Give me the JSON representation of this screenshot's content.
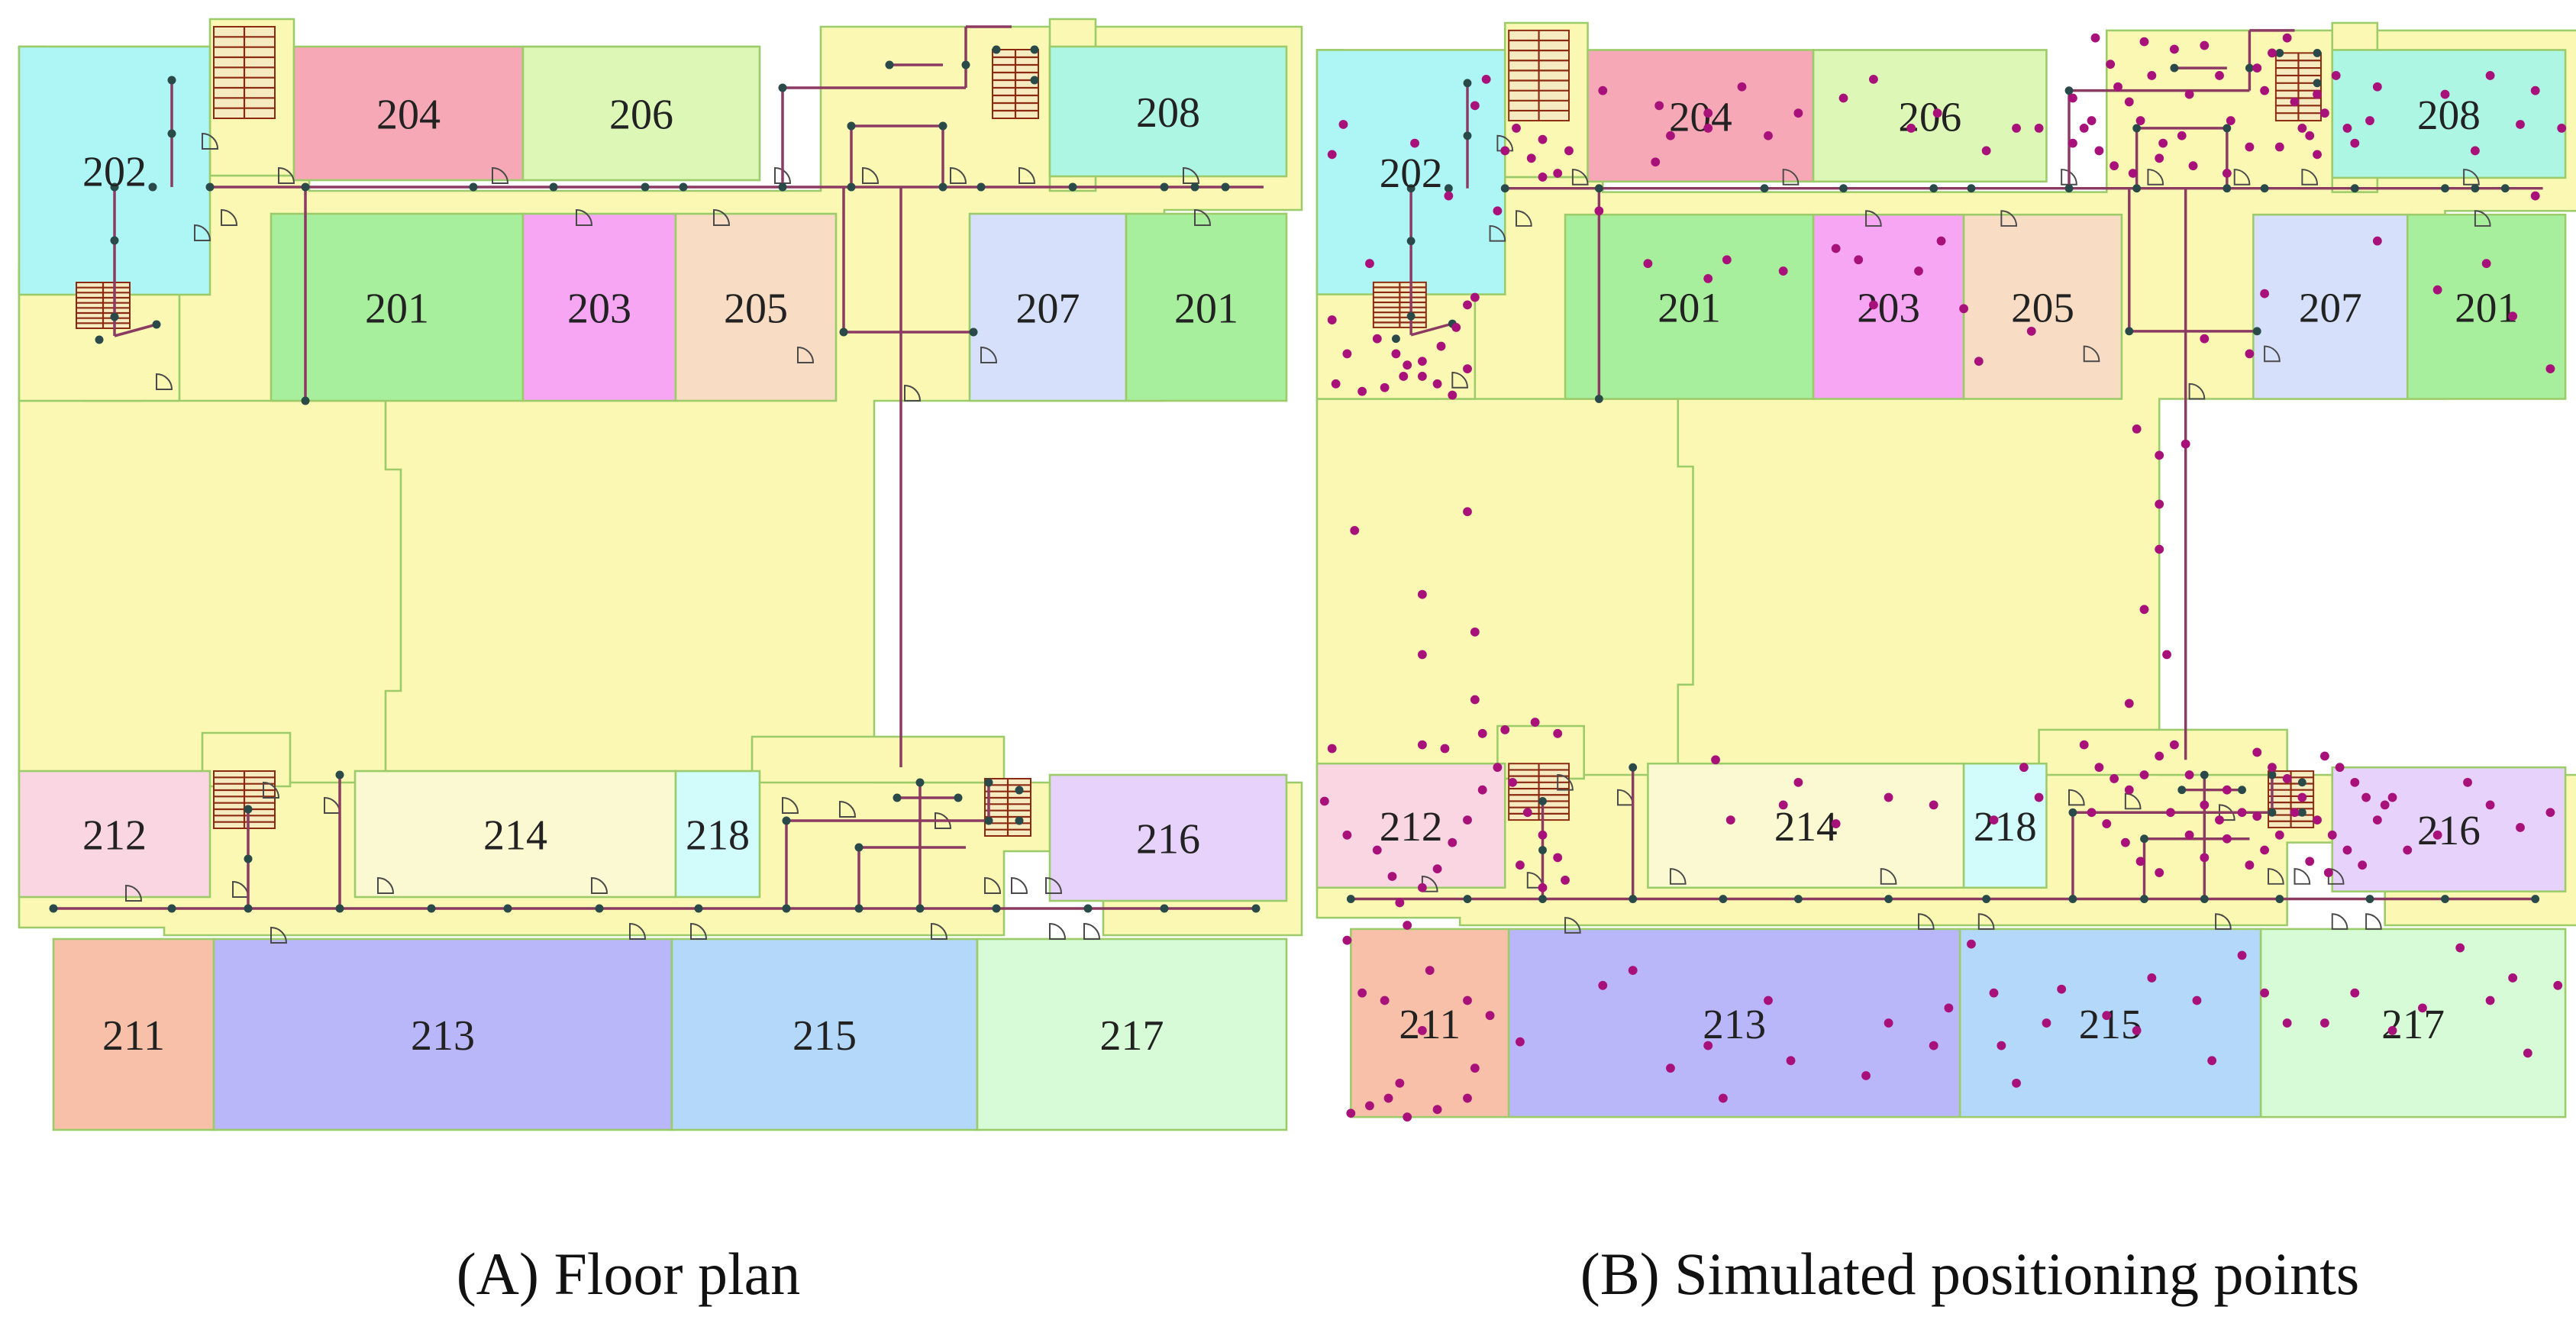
{
  "figure": {
    "panels": [
      {
        "id": "A",
        "caption": "(A) Floor plan",
        "show_points": false
      },
      {
        "id": "B",
        "caption": "(B) Simulated positioning points",
        "show_points": true
      }
    ]
  },
  "colors": {
    "corridor": "#fbf8b3",
    "room_border": "#9ccc6a",
    "stair": "#8b2a10",
    "path": "#8b3a62",
    "node": "#2a4a4a",
    "point": "#a8117a"
  },
  "rooms": [
    {
      "label": "202",
      "color": "#aef6f5"
    },
    {
      "label": "204",
      "color": "#f7a8b6"
    },
    {
      "label": "206",
      "color": "#dcf7b6"
    },
    {
      "label": "208",
      "color": "#aef6e4"
    },
    {
      "label": "201",
      "color": "#a7ef9c"
    },
    {
      "label": "203",
      "color": "#f6a6f3"
    },
    {
      "label": "205",
      "color": "#f8dcc4"
    },
    {
      "label": "207",
      "color": "#d6e0fb"
    },
    {
      "label": "201",
      "color": "#a7ef9c"
    },
    {
      "label": "212",
      "color": "#f9d6e2"
    },
    {
      "label": "214",
      "color": "#fbf9d2"
    },
    {
      "label": "218",
      "color": "#d2fbfb"
    },
    {
      "label": "216",
      "color": "#e7d2fb"
    },
    {
      "label": "211",
      "color": "#f8c0a8"
    },
    {
      "label": "213",
      "color": "#b9b6f9"
    },
    {
      "label": "215",
      "color": "#b4d8fa"
    },
    {
      "label": "217",
      "color": "#d6fbd6"
    }
  ],
  "room_labels": [
    "202",
    "204",
    "206",
    "208",
    "201",
    "203",
    "205",
    "207",
    "201",
    "212",
    "214",
    "218",
    "216",
    "211",
    "213",
    "215",
    "217"
  ]
}
